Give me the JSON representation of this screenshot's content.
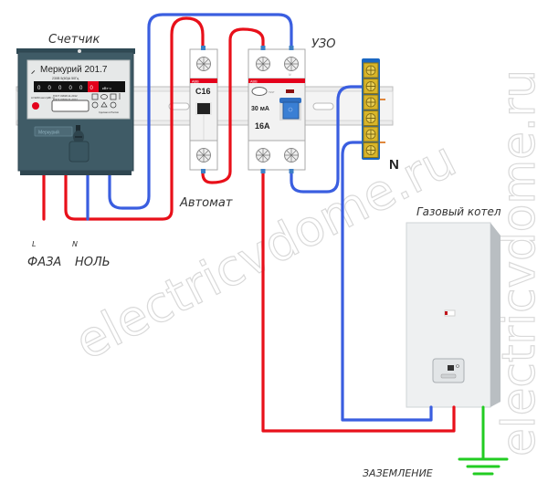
{
  "labels": {
    "meter_title": "Счетчик",
    "rcd_title": "УЗО",
    "breaker_title": "Автомат",
    "boiler_title": "Газовый котел",
    "neutral_bus": "N",
    "phase_letter": "L",
    "phase_label": "ФАЗА",
    "neutral_letter": "N",
    "neutral_label": "НОЛЬ",
    "ground_label": "ЗАЗЕМЛЕНИЕ"
  },
  "meter": {
    "model": "Меркурий 201.7",
    "spec": "230В 5(60)А 50Гц",
    "digits": [
      "0",
      "0",
      "0",
      "0",
      "0",
      "0"
    ],
    "unit": "кВт·ч",
    "const": "A=3200 имп./(кВт·ч)",
    "gost1": "ГОСТ 31818.11-2012",
    "gost2": "ГОСТ 31819.21-2012",
    "made_in": "Сделано в России",
    "brand_plate": "Меркурий"
  },
  "breaker": {
    "brand": "ABB",
    "rating": "C16"
  },
  "rcd": {
    "brand": "ABB",
    "test_label": "TEST",
    "sensitivity": "30 мА",
    "rating": "16A",
    "terminal_n": "N"
  },
  "watermarks": {
    "diagonal": "electricvdome.ru",
    "vertical": "electricvdome.ru"
  },
  "colors": {
    "phase": "#e8101a",
    "neutral": "#3a5ee0",
    "ground": "#22cc22",
    "meter_body": "#3f5b66",
    "abb_red": "#e4001b",
    "busbar_blue": "#1a67c2",
    "busbar_brass": "#d8b528"
  }
}
